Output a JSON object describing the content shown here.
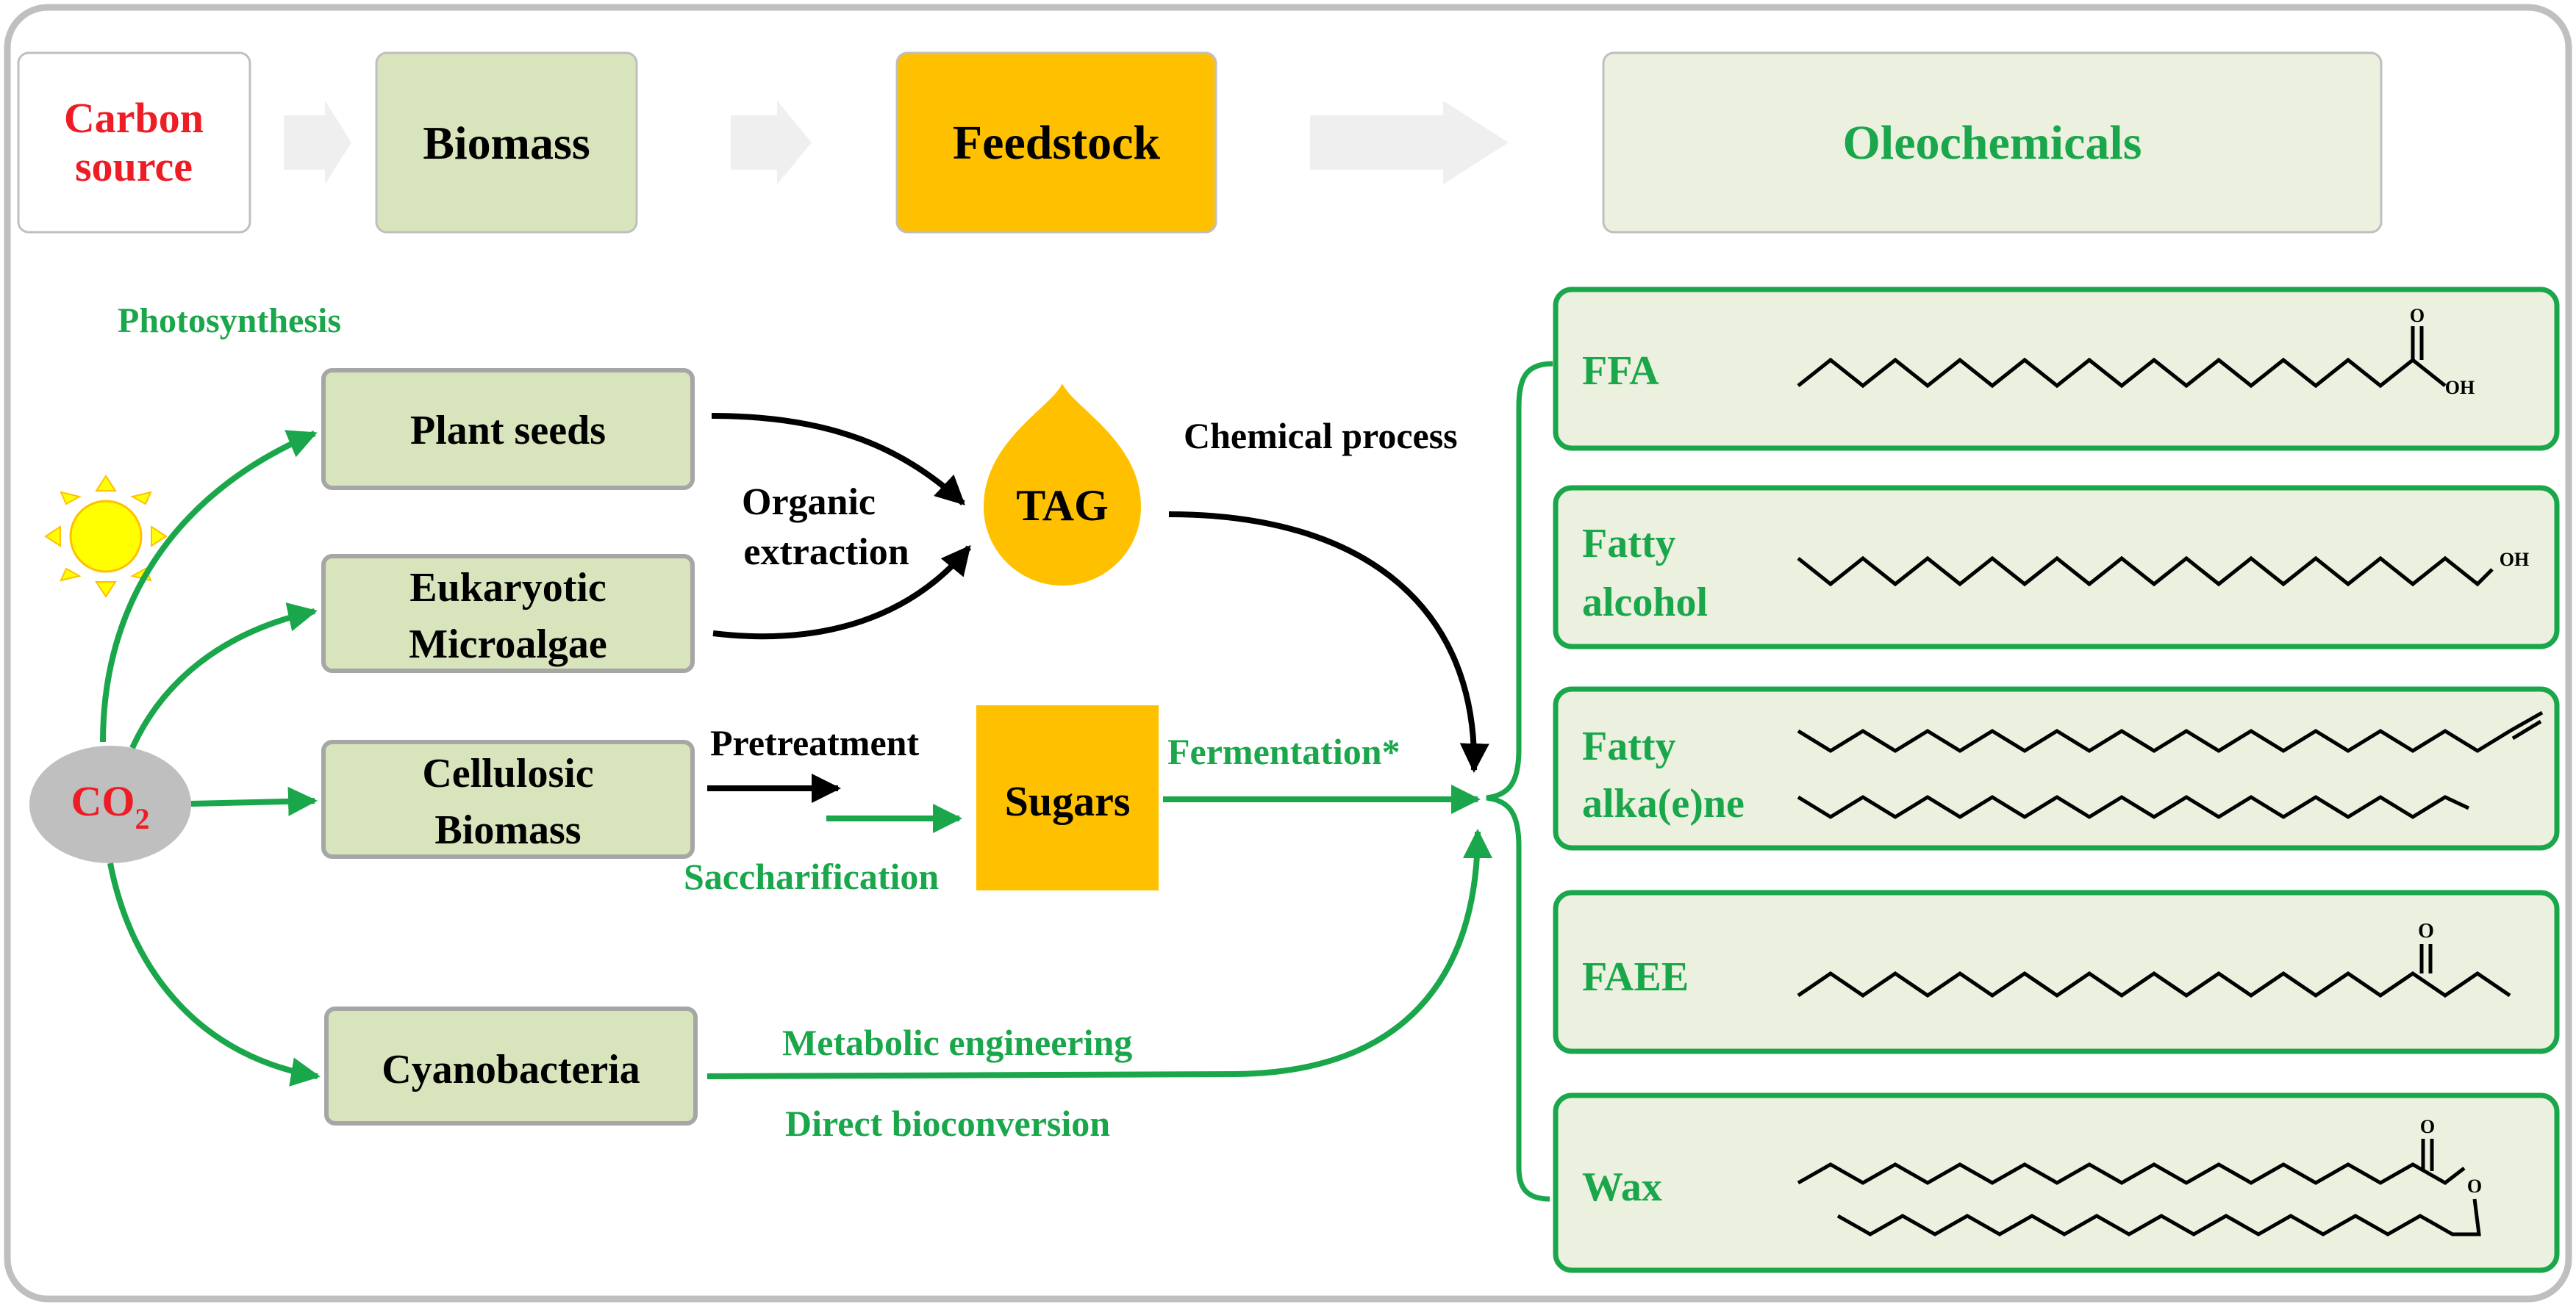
{
  "header": {
    "carbon_source_line1": "Carbon",
    "carbon_source_line2": "source",
    "biomass": "Biomass",
    "feedstock": "Feedstock",
    "oleochemicals": "Oleochemicals"
  },
  "sources": {
    "photosynthesis": "Photosynthesis",
    "co2_main": "CO",
    "co2_sub": "2",
    "sun_icon": "sun-icon"
  },
  "biomass_types": {
    "plant_seeds": "Plant seeds",
    "microalgae_line1": "Eukaryotic",
    "microalgae_line2": "Microalgae",
    "cellulosic_line1": "Cellulosic",
    "cellulosic_line2": "Biomass",
    "cyanobacteria": "Cyanobacteria"
  },
  "intermediates": {
    "tag": "TAG",
    "sugars": "Sugars"
  },
  "processes": {
    "organic_extraction_line1": "Organic",
    "organic_extraction_line2": "extraction",
    "chemical_process": "Chemical process",
    "pretreatment": "Pretreatment",
    "saccharification": "Saccharification",
    "fermentation": "Fermentation*",
    "metabolic_engineering": "Metabolic engineering",
    "direct_bioconversion": "Direct bioconversion"
  },
  "products": {
    "ffa": "FFA",
    "ffa_o": "O",
    "ffa_oh": "OH",
    "fatty_alcohol_line1": "Fatty",
    "fatty_alcohol_line2": "alcohol",
    "fatty_alcohol_oh": "OH",
    "fatty_alkene_line1": "Fatty",
    "fatty_alkene_line2": "alka(e)ne",
    "faee": "FAEE",
    "faee_o": "O",
    "wax": "Wax",
    "wax_o1": "O",
    "wax_o2": "O"
  },
  "colors": {
    "green": "#1aa64a",
    "red": "#ee1c25",
    "orange": "#ffc000",
    "light_green_fill": "#d8e4bc",
    "pale_green_fill": "#ebf1de",
    "gray_arrow": "#efefef",
    "gray_border": "#a6a6a6",
    "co2_fill": "#bfbfbf",
    "sun_yellow": "#ffff00"
  }
}
